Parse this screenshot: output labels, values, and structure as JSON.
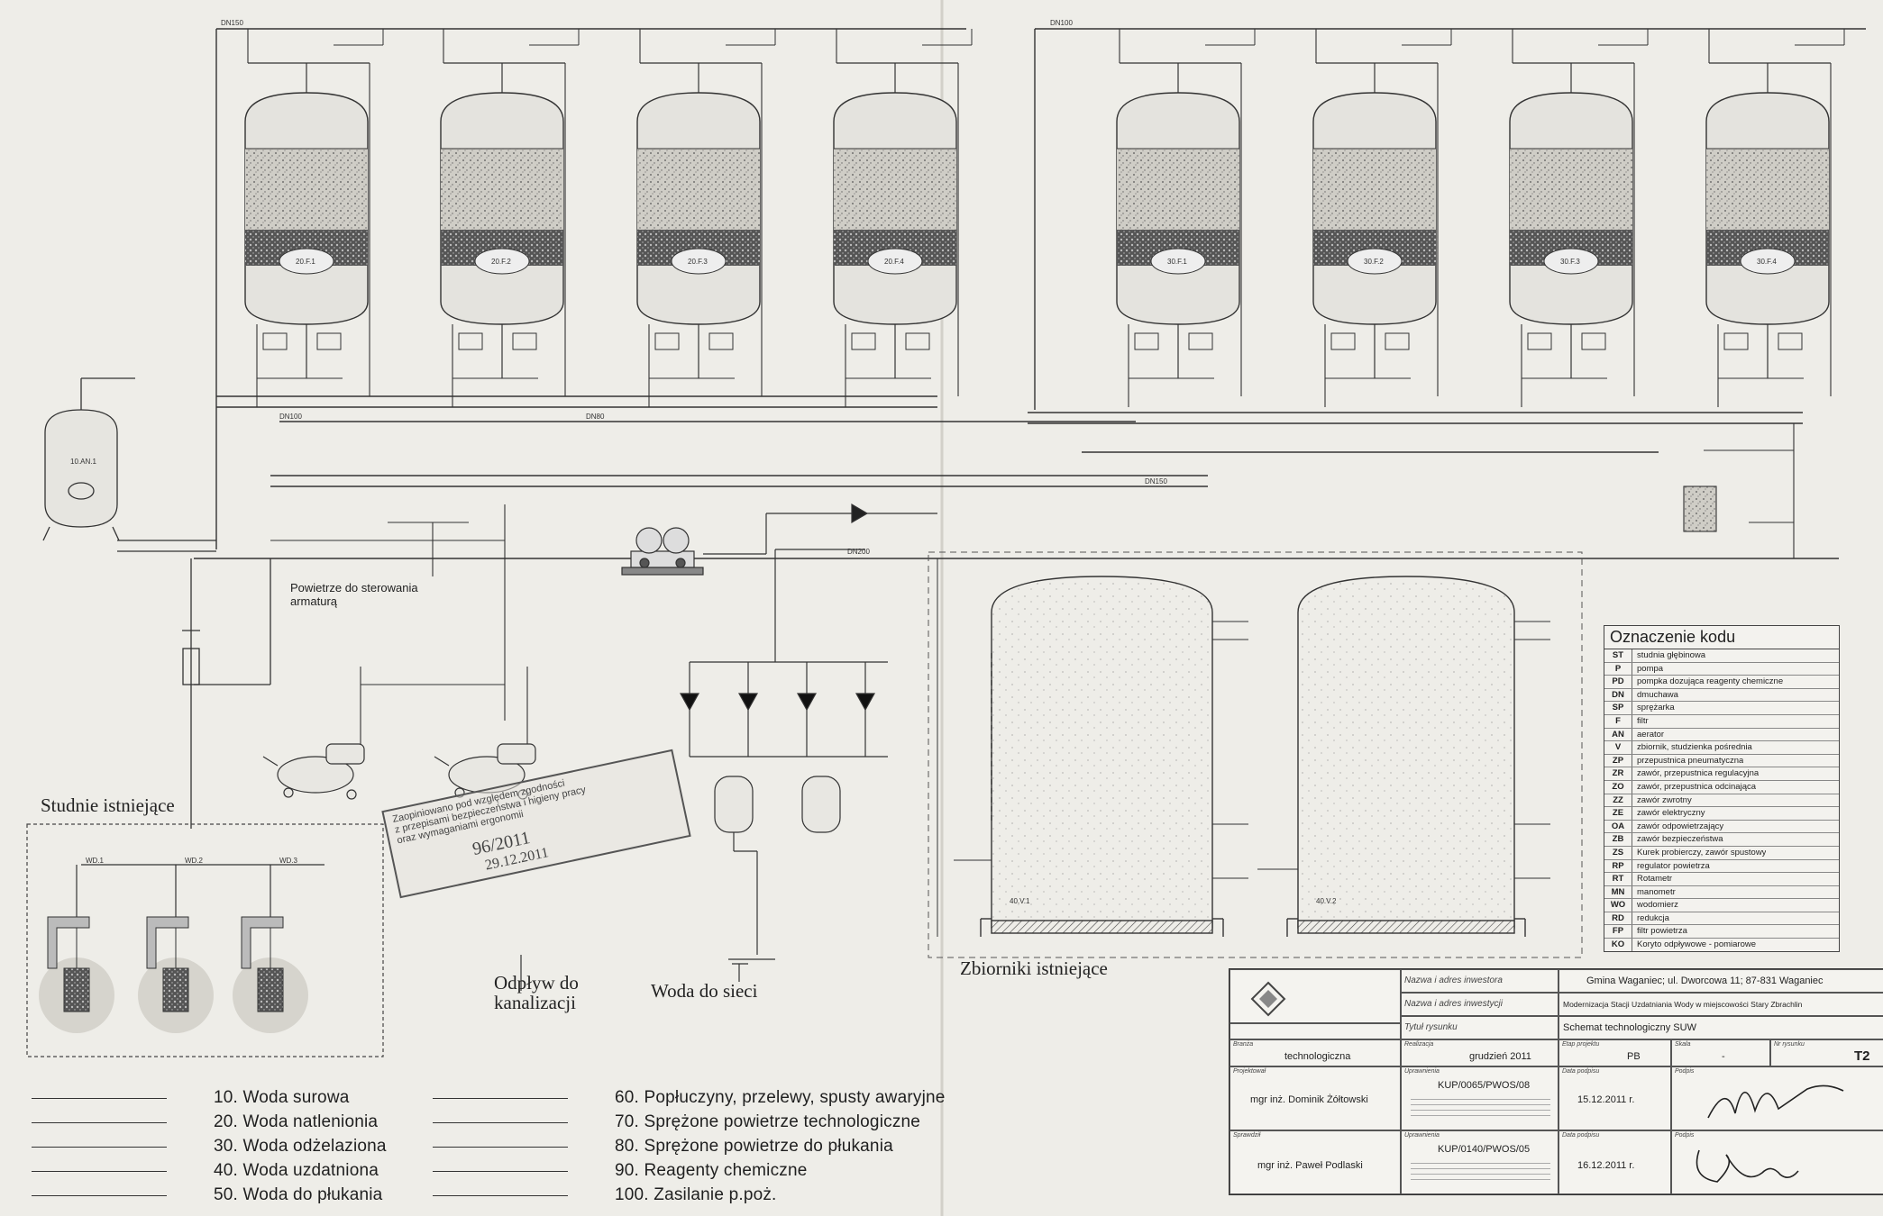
{
  "labels": {
    "wells": "Studnie istniejące",
    "air_control": "Powietrze do sterowania armaturą",
    "tanks_existing": "Zbiorniki istniejące",
    "drain": "Odpływ do kanalizacji",
    "network": "Woda do sieci"
  },
  "legend": {
    "left": [
      "10. Woda surowa",
      "20. Woda natlenionia",
      "30. Woda odżelaziona",
      "40. Woda uzdatniona",
      "50. Woda do płukania"
    ],
    "right": [
      "60. Popłuczyny, przelewy, spusty awaryjne",
      "70. Sprężone powietrze technologiczne",
      "80. Sprężone powietrze do płukania",
      "90. Reagenty chemiczne",
      "100. Zasilanie p.poż."
    ]
  },
  "codes": {
    "title": "Oznaczenie kodu",
    "rows": [
      {
        "k": "ST",
        "d": "studnia głębinowa"
      },
      {
        "k": "P",
        "d": "pompa"
      },
      {
        "k": "PD",
        "d": "pompka dozująca reagenty chemiczne"
      },
      {
        "k": "DN",
        "d": "dmuchawa"
      },
      {
        "k": "SP",
        "d": "sprężarka"
      },
      {
        "k": "F",
        "d": "filtr"
      },
      {
        "k": "AN",
        "d": "aerator"
      },
      {
        "k": "V",
        "d": "zbiornik, studzienka pośrednia"
      },
      {
        "k": "ZP",
        "d": "przepustnica pneumatyczna"
      },
      {
        "k": "ZR",
        "d": "zawór, przepustnica regulacyjna"
      },
      {
        "k": "ZO",
        "d": "zawór, przepustnica odcinająca"
      },
      {
        "k": "ZZ",
        "d": "zawór zwrotny"
      },
      {
        "k": "ZE",
        "d": "zawór elektryczny"
      },
      {
        "k": "OA",
        "d": "zawór odpowietrzający"
      },
      {
        "k": "ZB",
        "d": "zawór bezpieczeństwa"
      },
      {
        "k": "ZS",
        "d": "Kurek probierczy, zawór spustowy"
      },
      {
        "k": "RP",
        "d": "regulator powietrza"
      },
      {
        "k": "RT",
        "d": "Rotametr"
      },
      {
        "k": "MN",
        "d": "manometr"
      },
      {
        "k": "WO",
        "d": "wodomierz"
      },
      {
        "k": "RD",
        "d": "redukcja"
      },
      {
        "k": "FP",
        "d": "filtr powietrza"
      },
      {
        "k": "KO",
        "d": "Koryto odpływowe - pomiarowe"
      }
    ]
  },
  "title_block": {
    "investor_label": "Nazwa i adres inwestora",
    "investor": "Gmina Waganiec; ul. Dworcowa 11; 87-831 Waganiec",
    "investment_label": "Nazwa i adres inwestycji",
    "investment": "Modernizacja Stacji Uzdatniania Wody w miejscowości Stary Zbrachlin",
    "drawing_title_label": "Tytuł rysunku",
    "drawing_title": "Schemat technologiczny SUW",
    "branch_label": "Branża",
    "branch": "technologiczna",
    "date_label": "Realizacja",
    "date": "grudzień 2011",
    "stage_label": "Etap projektu",
    "stage": "PB",
    "scale_label": "Skala",
    "scale": "-",
    "drawing_no_label": "Nr rysunku",
    "drawing_no": "T2",
    "designer_label": "Projektował",
    "designer": "mgr inż. Dominik Żółtowski",
    "designer_perm": "KUP/0065/PWOS/08",
    "designer_date": "15.12.2011 r.",
    "checker_label": "Sprawdził",
    "checker": "mgr inż. Paweł Podlaski",
    "checker_perm": "KUP/0140/PWOS/05",
    "checker_date": "16.12.2011 r.",
    "perm_label": "Uprawnienia",
    "date_sign_label": "Data podpisu",
    "sign_label": "Podpis"
  },
  "stamp": {
    "line1": "Zaopiniowano pod względem zgodności",
    "line2": "z przepisami bezpieczeństwa i higieny pracy",
    "line3": "oraz wymaganiami ergonomii",
    "no": "96/2011",
    "date": "29.12.2011"
  },
  "filters_left": [
    "20.F.1",
    "20.F.2",
    "20.F.3",
    "20.F.4"
  ],
  "filters_right": [
    "30.F.1",
    "30.F.2",
    "30.F.3",
    "30.F.4"
  ],
  "wells": [
    "WD.1",
    "WD.2",
    "WD.3"
  ],
  "pipe_tags": [
    "DN150",
    "DN100",
    "DN80",
    "DN200",
    "DN150",
    "DN100"
  ]
}
